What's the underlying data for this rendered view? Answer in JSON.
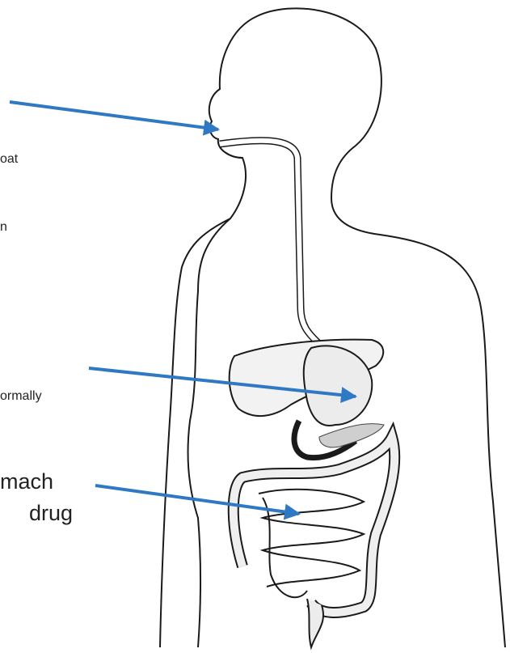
{
  "labels": {
    "throat_fragment": "oat",
    "n_fragment": "n",
    "normally_fragment": "ormally",
    "stomach_fragment": "mach",
    "drug_fragment": "drug"
  },
  "colors": {
    "arrow": "#2f78c4",
    "outline": "#1a1a1a",
    "organ_fill": "#ededed"
  }
}
